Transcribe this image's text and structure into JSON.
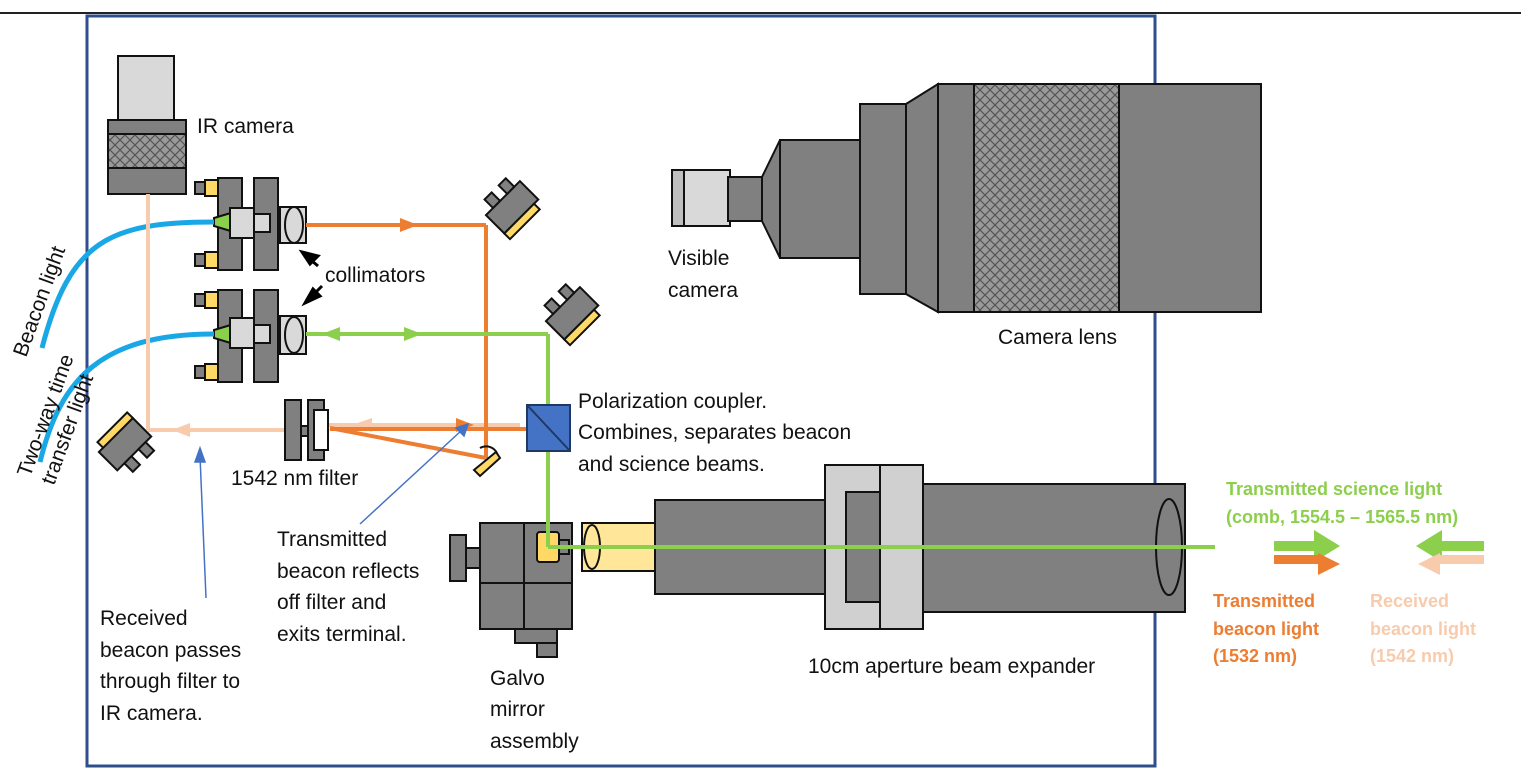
{
  "labels": {
    "ir_camera": "IR camera",
    "collimators": "collimators",
    "beacon_light": "Beacon light",
    "two_way_time_1": "Two-way time",
    "two_way_time_2": "transfer light",
    "filter": "1542 nm filter",
    "visible_camera_1": "Visible",
    "visible_camera_2": "camera",
    "camera_lens": "Camera lens",
    "polarization_1": "Polarization coupler.",
    "polarization_2": "Combines, separates beacon",
    "polarization_3": "and science beams.",
    "transmitted_beacon_1": "Transmitted",
    "transmitted_beacon_2": "beacon reflects",
    "transmitted_beacon_3": "off filter and",
    "transmitted_beacon_4": "exits terminal.",
    "received_beacon_1": "Received",
    "received_beacon_2": "beacon passes",
    "received_beacon_3": "through filter to",
    "received_beacon_4": "IR camera.",
    "galvo_1": "Galvo",
    "galvo_2": "mirror",
    "galvo_3": "assembly",
    "beam_expander": "10cm aperture beam expander"
  },
  "legend": {
    "science_1": "Transmitted science light",
    "science_2": "(comb, 1554.5  – 1565.5 nm)",
    "tx_beacon_1": "Transmitted",
    "tx_beacon_2": "beacon light",
    "tx_beacon_3": "(1532 nm)",
    "rx_beacon_1": "Received",
    "rx_beacon_2": "beacon light",
    "rx_beacon_3": "(1542 nm)"
  },
  "colors": {
    "fiber": "#1aa7e6",
    "science": "#8ccf4d",
    "tx_beacon": "#ed7d31",
    "rx_beacon": "#f8cbad",
    "frame": "#2f4e8c",
    "hardware": "#808080",
    "hardware_light": "#d0d0d0",
    "mirror_coating": "#ffd966",
    "coupler": "#4472c4"
  }
}
